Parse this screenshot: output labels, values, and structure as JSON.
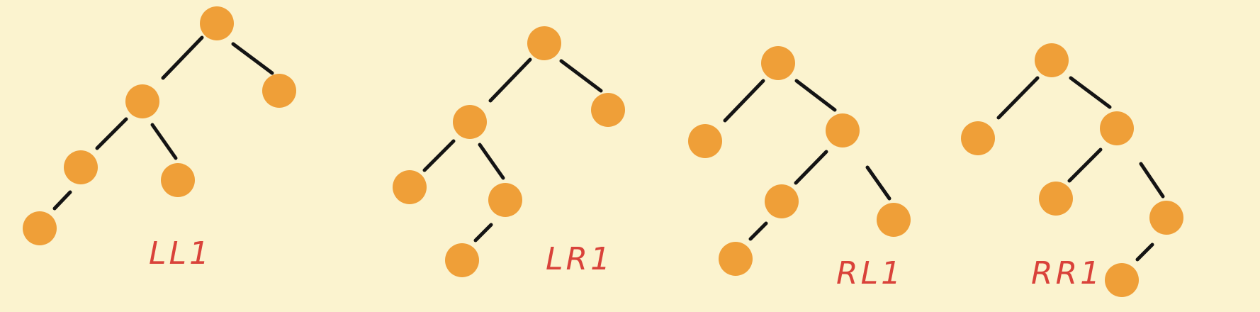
{
  "trees": [
    {
      "key": "ll1",
      "label": "LL1"
    },
    {
      "key": "lr1",
      "label": "LR1"
    },
    {
      "key": "rl1",
      "label": "RL1"
    },
    {
      "key": "rr1",
      "label": "RR1"
    }
  ],
  "colors": {
    "background": "#fbf3cf",
    "node": "#ef9f38",
    "edge": "#141414",
    "label": "#d9423a"
  }
}
